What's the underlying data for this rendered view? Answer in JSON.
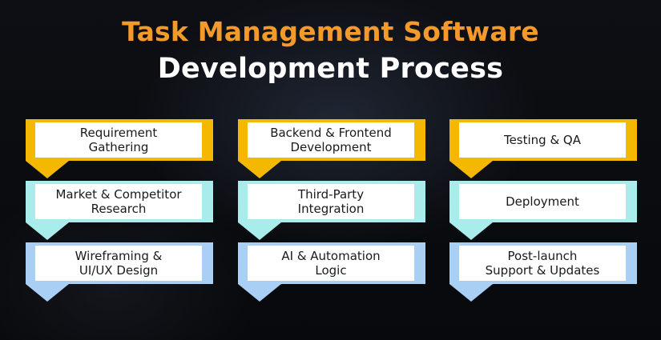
{
  "title": {
    "line1": "Task Management Software",
    "line2": "Development Process"
  },
  "colors": {
    "row1": "#f5b800",
    "row2": "#a9ecec",
    "row3": "#a9cff5",
    "title_accent": "#f39a2b"
  },
  "steps": [
    {
      "label": "Requirement\nGathering"
    },
    {
      "label": "Backend & Frontend\nDevelopment"
    },
    {
      "label": "Testing & QA"
    },
    {
      "label": "Market & Competitor\nResearch"
    },
    {
      "label": "Third-Party\nIntegration"
    },
    {
      "label": "Deployment"
    },
    {
      "label": "Wireframing &\nUI/UX Design"
    },
    {
      "label": "AI & Automation\nLogic"
    },
    {
      "label": "Post-launch\nSupport & Updates"
    }
  ]
}
